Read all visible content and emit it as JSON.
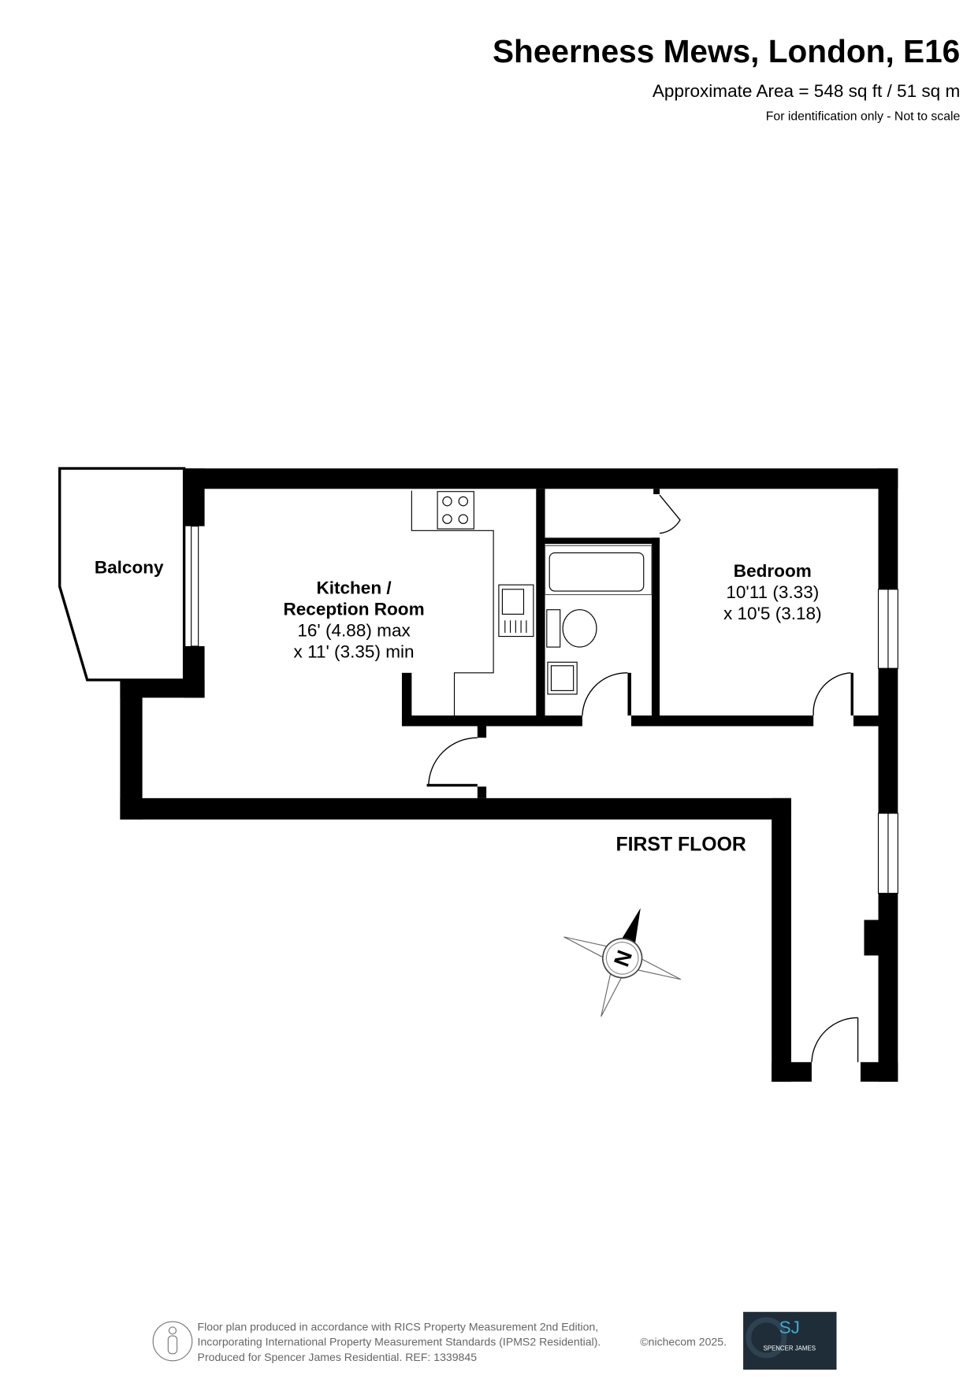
{
  "header": {
    "title": "Sheerness Mews, London, E16",
    "area": "Approximate Area = 548 sq ft / 51 sq m",
    "note": "For identification only - Not to scale"
  },
  "rooms": {
    "balcony": {
      "name": "Balcony"
    },
    "kitchen": {
      "name_line1": "Kitchen /",
      "name_line2": "Reception Room",
      "dim1": "16' (4.88) max",
      "dim2": "x 11' (3.35) min"
    },
    "bedroom": {
      "name": "Bedroom",
      "dim1": "10'11 (3.33)",
      "dim2": "x 10'5 (3.18)"
    }
  },
  "floor_label": "FIRST FLOOR",
  "compass": {
    "letter": "N"
  },
  "footer": {
    "line1": "Floor plan produced in accordance with RICS Property Measurement 2nd Edition,",
    "line2": "Incorporating International Property Measurement Standards (IPMS2 Residential).",
    "copyright": "©nichecom 2025.",
    "line3": "Produced for Spencer James Residential.   REF: 1339845",
    "logo_text": "SPENCER JAMES",
    "logo_mark": "SJ",
    "logo_color": "#1f2d38"
  }
}
